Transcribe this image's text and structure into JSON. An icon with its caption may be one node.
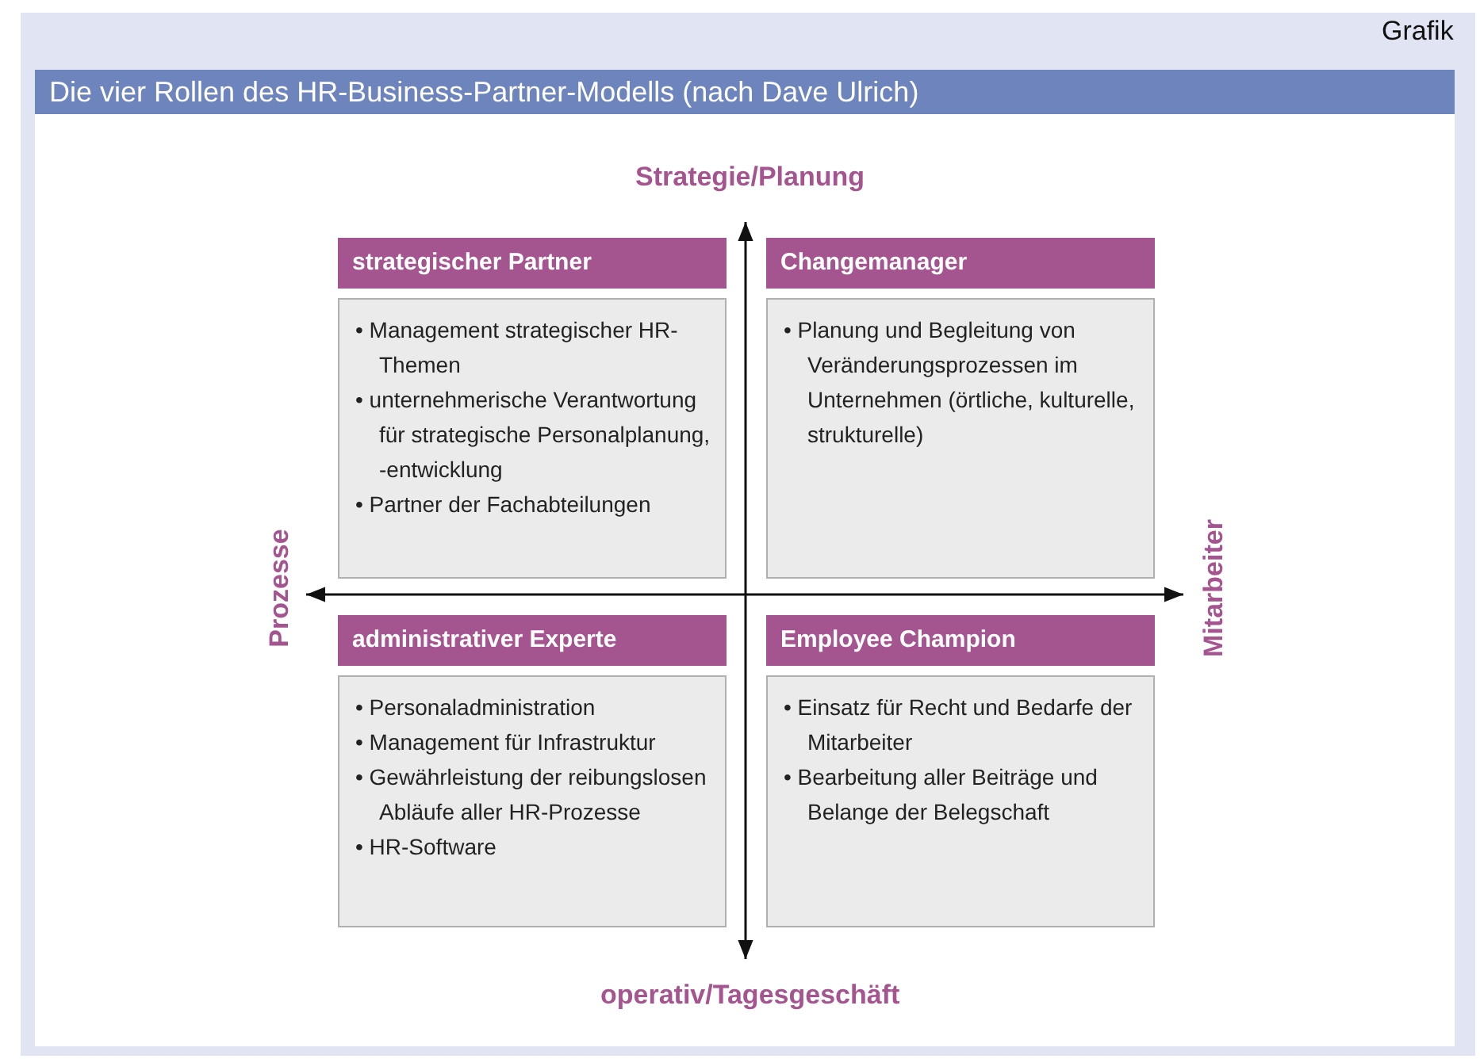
{
  "diagram": {
    "title": "Die vier Rollen des HR-Business-Partner-Modells (nach Dave Ulrich)",
    "nodes": [
      {
        "text": [
          "strategischer Partner",
          "• Management strategischer HR-Themen",
          "• unternehmerische Verantwortung für strategische Personalplanung, -entwicklung",
          "• Partner der Fachabteilungen"
        ]
      },
      {
        "text": [
          "Changemanager",
          "• Planung und Begleitung von Veränderungsprozessen im Unternehmen (örtliche, kulturelle, strukturelle)"
        ]
      },
      {
        "text": [
          "administrativer Experte",
          "• Personaladministration",
          "• Management für Infrastruktur",
          "• Gewährleistung der reibungslosen Abläufe aller HR-Prozesse",
          "• HR-Software"
        ]
      },
      {
        "text": [
          "Employee Champion",
          "• Einsatz für Recht und Bedarfe der Mitarbeiter",
          "• Bearbeitung aller Beiträge und Belange der Belegschaft"
        ]
      }
    ],
    "labels": [
      "Grafik",
      "Strategie/Planung",
      "Prozesse",
      "Mitarbeiter",
      "operativ/Tagesgeschäft"
    ]
  }
}
